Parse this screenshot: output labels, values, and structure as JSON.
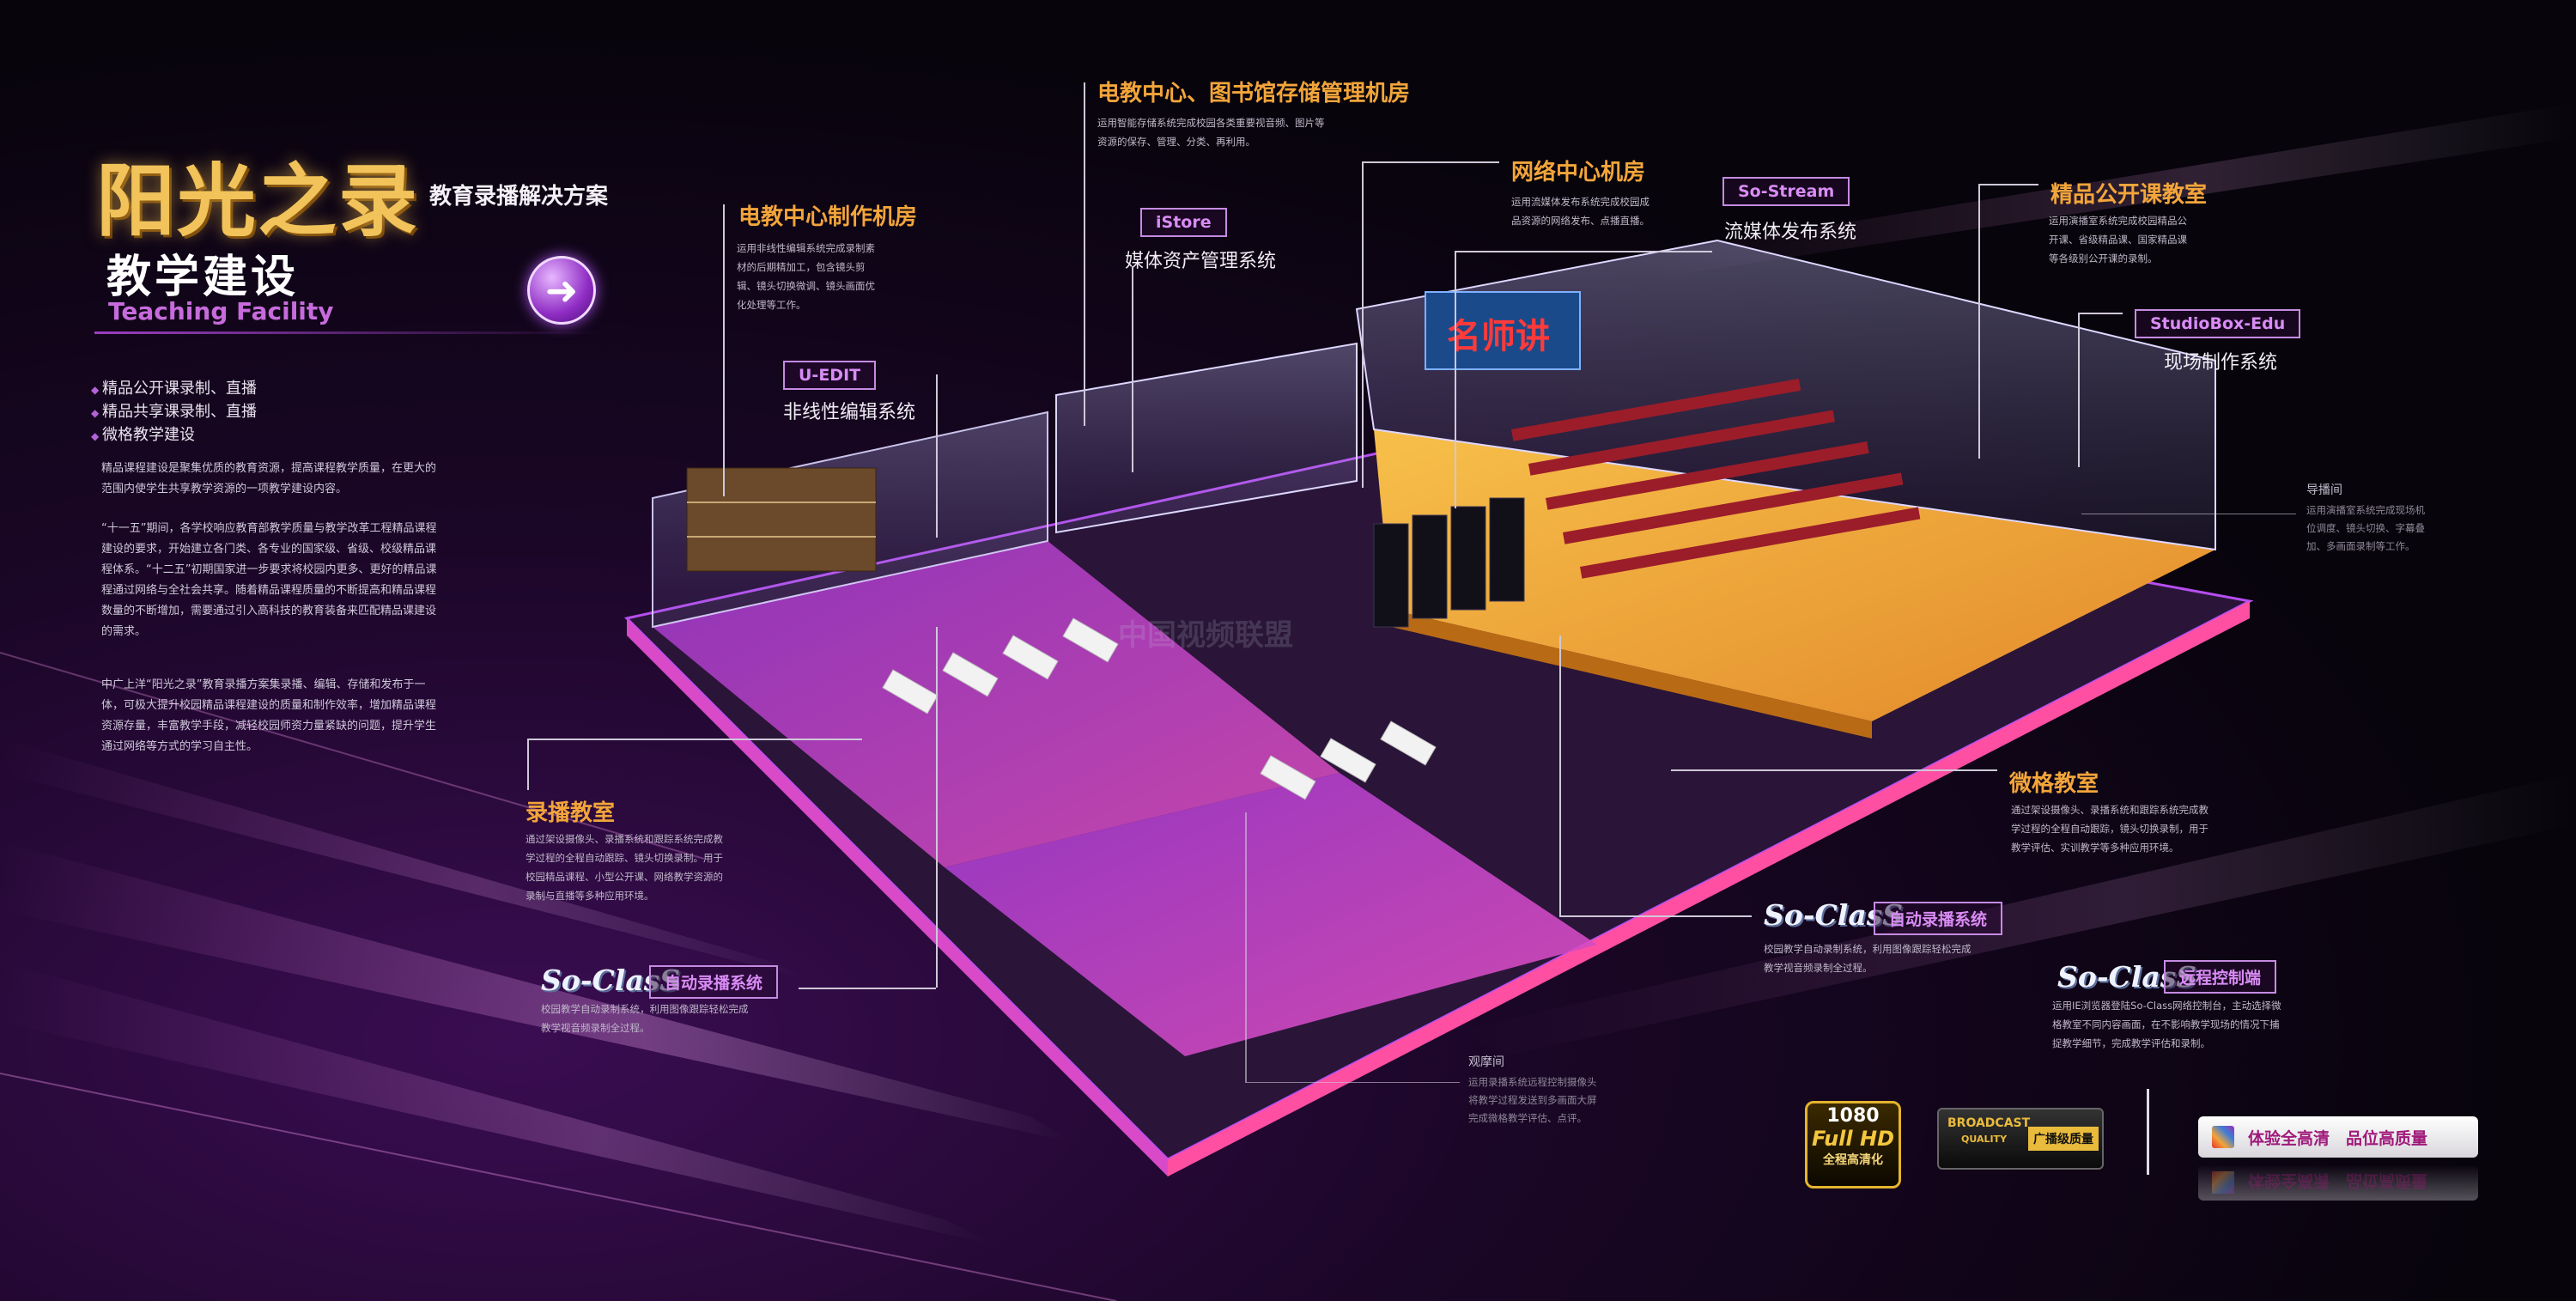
{
  "header": {
    "title": "阳光之录",
    "subtitle": "教育录播解决方案",
    "section_cn": "教学建设",
    "section_en": "Teaching Facility"
  },
  "bullets": [
    "精品公开课录制、直播",
    "精品共享课录制、直播",
    "微格教学建设"
  ],
  "paragraphs": [
    "精品课程建设是聚集优质的教育资源，提高课程教学质量，在更大的范围内使学生共享教学资源的一项教学建设内容。",
    "“十一五”期间，各学校响应教育部教学质量与教学改革工程精品课程建设的要求，开始建立各门类、各专业的国家级、省级、校级精品课程体系。“十二五”初期国家进一步要求将校园内更多、更好的精品课程通过网络与全社会共享。随着精品课程质量的不断提高和精品课程数量的不断增加，需要通过引入高科技的教育装备来匹配精品课建设的需求。",
    "中广上洋“阳光之录”教育录播方案集录播、编辑、存储和发布于一体，可极大提升校园精品课程建设的质量和制作效率，增加精品课程资源存量，丰富教学手段，减轻校园师资力量紧缺的问题，提升学生通过网络等方式的学习自主性。"
  ],
  "callouts": {
    "production_room": {
      "label": "电教中心制作机房",
      "desc": [
        "运用非线性编辑系统完成录制素",
        "材的后期精加工，包含镜头剪",
        "辑、镜头切换微调、镜头画面优",
        "化处理等工作。"
      ]
    },
    "storage_room": {
      "label": "电教中心、图书馆存储管理机房",
      "desc": [
        "运用智能存储系统完成校园各类重要视音频、图片等",
        "资源的保存、管理、分类、再利用。"
      ]
    },
    "network_room": {
      "label": "网络中心机房",
      "desc": [
        "运用流媒体发布系统完成校园成",
        "品资源的网络发布、点播直播。"
      ]
    },
    "open_class": {
      "label": "精品公开课教室",
      "desc": [
        "运用演播室系统完成校园精品公",
        "开课、省级精品课、国家精品课",
        "等各级别公开课的录制。"
      ]
    },
    "director_room": {
      "label": "导播间",
      "desc": [
        "运用演播室系统完成现场机",
        "位调度、镜头切换、字幕叠",
        "加、多画面录制等工作。"
      ]
    },
    "micro_class": {
      "label": "微格教室",
      "desc": [
        "通过架设摄像头、录播系统和跟踪系统完成教",
        "学过程的全程自动跟踪，镜头切换录制，用于",
        "教学评估、实训教学等多种应用环境。"
      ]
    },
    "recording_class": {
      "label": "录播教室",
      "desc": [
        "通过架设摄像头、录播系统和跟踪系统完成教",
        "学过程的全程自动跟踪、镜头切换录制。用于",
        "校园精品课程、小型公开课、网络教学资源的",
        "录制与直播等多种应用环境。"
      ]
    },
    "observation_room": {
      "label": "观摩间",
      "desc": [
        "运用录播系统远程控制摄像头",
        "将教学过程发送到多画面大屏",
        "完成微格教学评估、点评。"
      ]
    }
  },
  "systems": {
    "uedit": {
      "box": "U-EDIT",
      "name": "非线性编辑系统"
    },
    "istore": {
      "box": "iStore",
      "name": "媒体资产管理系统"
    },
    "sostream": {
      "box": "So-Stream",
      "name": "流媒体发布系统"
    },
    "studiobox": {
      "box": "StudioBox-Edu",
      "name": "现场制作系统"
    },
    "soclass_left": {
      "logo": "So-ClasS",
      "box": "自动录播系统",
      "desc": [
        "校园教学自动录制系统，利用图像跟踪轻松完成",
        "教学视音频录制全过程。"
      ]
    },
    "soclass_mid": {
      "logo": "So-ClasS",
      "box": "自动录播系统",
      "desc": [
        "校园教学自动录制系统，利用图像跟踪轻松完成",
        "教学视音频录制全过程。"
      ]
    },
    "soclass_right": {
      "logo": "So-ClasS",
      "box": "远程控制端",
      "desc": [
        "运用IE浏览器登陆So-Class网络控制台，主动选择微",
        "格教室不同内容画面，在不影响教学现场的情况下捕",
        "捉教学细节，完成教学评估和录制。"
      ]
    }
  },
  "badges": {
    "b1080_top": "1080",
    "b1080_mid": "Full HD",
    "b1080_bottom": "全程高清化",
    "broadcast": "BROADCAST",
    "quality": "QUALITY",
    "broadcast_cn": "广播级质量",
    "slogan": "体验全高清　品位高质量"
  },
  "scene": {
    "screen_text": "名师讲",
    "watermark": "中国视频联盟"
  },
  "colors": {
    "accent_orange": "#f3a53a",
    "accent_purple": "#c58be2",
    "floor_magenta": "#d24dc7",
    "floor_orange": "#f0a23a"
  }
}
